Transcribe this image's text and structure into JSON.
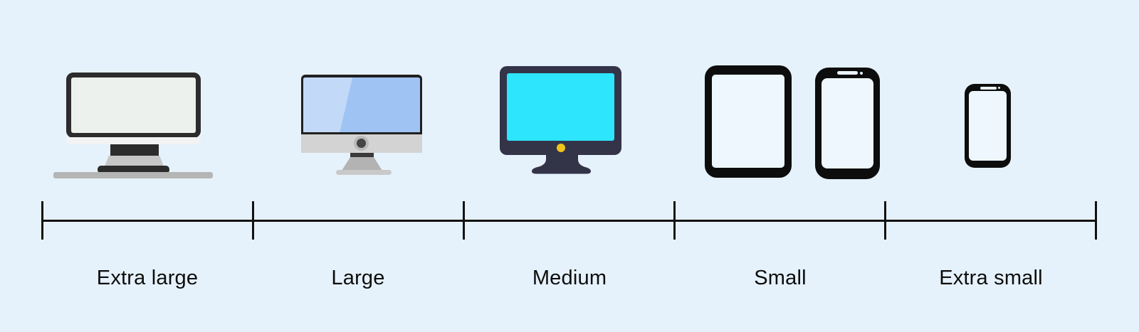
{
  "background_color": "#e6f2fb",
  "breakpoints": [
    {
      "label": "Extra large",
      "icon": "desktop-monitor-icon"
    },
    {
      "label": "Large",
      "icon": "imac-icon"
    },
    {
      "label": "Medium",
      "icon": "monitor-icon"
    },
    {
      "label": "Small",
      "icon": "tablet-and-smartphone-icons"
    },
    {
      "label": "Extra small",
      "icon": "small-smartphone-icon"
    }
  ],
  "axis": {
    "segment_count": 5,
    "tick_count": 6
  },
  "colors": {
    "text": "#0d0d0d",
    "axis": "#121212",
    "xl_screen": "#edf1ee",
    "imac_screen_blue": "#9fc4f3",
    "imac_screen_highlight": "#c3d9f8",
    "medium_frame_navy": "#343449",
    "medium_screen_cyan": "#2de5fd",
    "medium_power_dot_yellow": "#f0c41b",
    "device_outline_black": "#0d0d0d"
  }
}
